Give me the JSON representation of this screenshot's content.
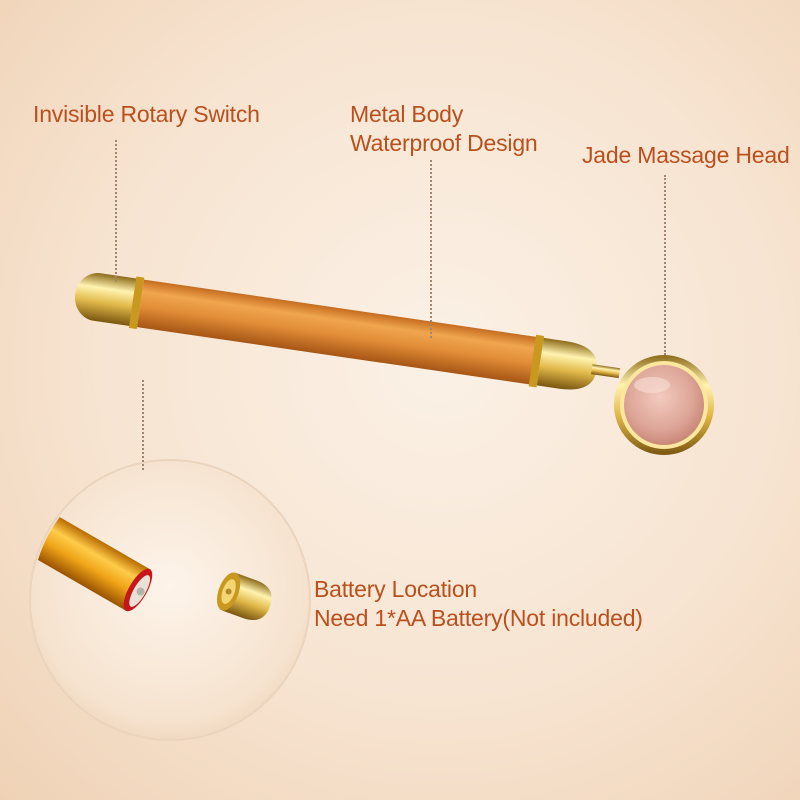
{
  "labels": {
    "rotary_switch": "Invisible Rotary Switch",
    "metal_body_line1": "Metal Body",
    "metal_body_line2": "Waterproof Design",
    "jade_head": "Jade Massage Head",
    "battery_line1": "Battery Location",
    "battery_line2": "Need 1*AA Battery(Not included)"
  },
  "colors": {
    "label_text": "#b9501d",
    "background": "#f7e6d3",
    "body_orange": "#e3913b",
    "gold": "#e6c25a",
    "jade_pink": "#e3b3a6"
  }
}
